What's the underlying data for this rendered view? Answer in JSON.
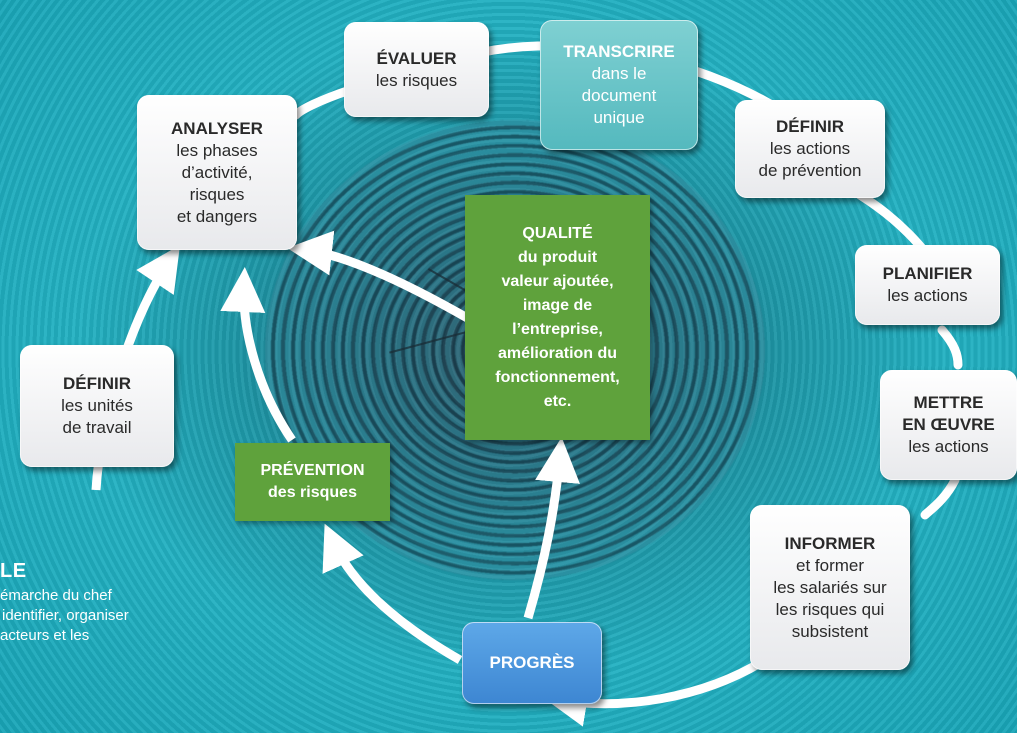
{
  "cycle_steps": {
    "definir_unites": {
      "title": "DÉFINIR",
      "lines": [
        "les unités",
        "de travail"
      ]
    },
    "analyser": {
      "title": "ANALYSER",
      "lines": [
        "les phases",
        "d’activité,",
        "risques",
        "et dangers"
      ]
    },
    "evaluer": {
      "title": "ÉVALUER",
      "lines": [
        "les risques"
      ]
    },
    "transcrire": {
      "title": "TRANSCRIRE",
      "lines": [
        "dans le",
        "document",
        "unique"
      ]
    },
    "definir_actions": {
      "title": "DÉFINIR",
      "lines": [
        "les actions",
        "de prévention"
      ]
    },
    "planifier": {
      "title": "PLANIFIER",
      "lines": [
        "les actions"
      ]
    },
    "mettre": {
      "title_lines": [
        "METTRE",
        "EN ŒUVRE"
      ],
      "lines": [
        "les actions"
      ]
    },
    "informer": {
      "title": "INFORMER",
      "lines": [
        "et former",
        "les salariés sur",
        "les risques qui",
        "subsistent"
      ]
    },
    "progres": {
      "title": "PROGRÈS"
    }
  },
  "center": {
    "qualite": [
      "QUALITÉ",
      "du produit",
      "valeur ajoutée,",
      "image de",
      "l’entreprise,",
      "amélioration du",
      "fonctionnement,",
      "etc."
    ],
    "prevention": [
      "PRÉVENTION",
      "des risques"
    ]
  },
  "side": {
    "title": "LE",
    "lines": [
      "émarche du chef",
      "identifier, organiser",
      "acteurs et les"
    ]
  },
  "colors": {
    "green": "#5fa23c",
    "teal_box": "#6cc6c9",
    "blue_box": "#4b95dd",
    "arrow": "#ffffff"
  }
}
